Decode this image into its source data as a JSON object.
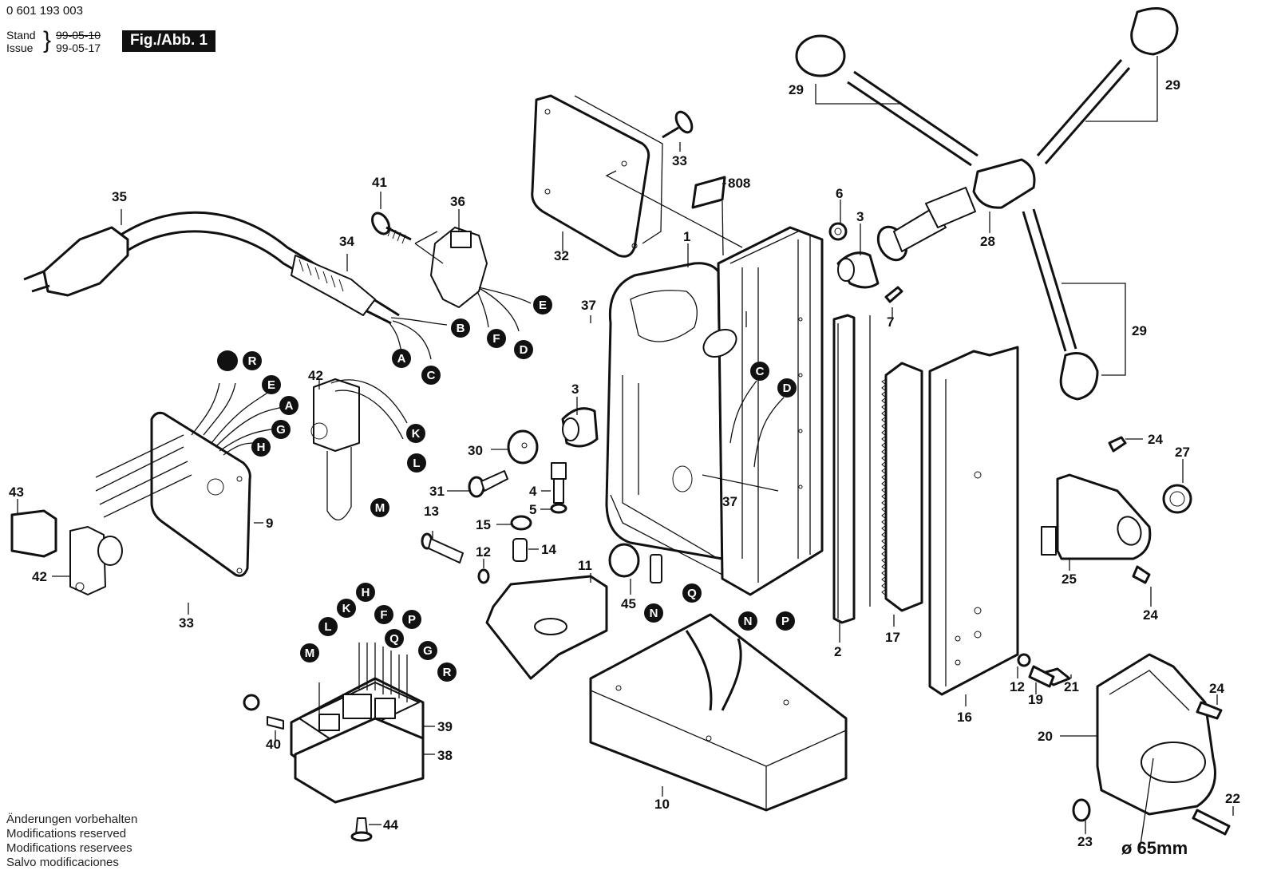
{
  "header": {
    "document_number": "0 601 193 003",
    "stand_label": "Stand",
    "issue_label": "Issue",
    "stand_date_struck": "99-05-10",
    "issue_date": "99-05-17",
    "figure_badge": "Fig./Abb. 1"
  },
  "footer": {
    "disclaimer_lines": [
      "Änderungen vorbehalten",
      "Modifications reserved",
      "Modifications reservees",
      "Salvo modificaciones"
    ]
  },
  "diagram": {
    "dimension_label": "ø 65mm",
    "part_labels": {
      "p1": "1",
      "p2": "2",
      "p3a": "3",
      "p3b": "3",
      "p4": "4",
      "p5": "5",
      "p6": "6",
      "p7": "7",
      "p9": "9",
      "p10": "10",
      "p11": "11",
      "p12a": "12",
      "p12b": "12",
      "p13": "13",
      "p14": "14",
      "p15": "15",
      "p16": "16",
      "p17": "17",
      "p19": "19",
      "p20": "20",
      "p21": "21",
      "p22": "22",
      "p23": "23",
      "p24a": "24",
      "p24b": "24",
      "p24c": "24",
      "p25": "25",
      "p27": "27",
      "p28": "28",
      "p29a": "29",
      "p29b": "29",
      "p29c": "29",
      "p30": "30",
      "p31": "31",
      "p32": "32",
      "p33a": "33",
      "p33b": "33",
      "p34": "34",
      "p35": "35",
      "p36": "36",
      "p37a": "37",
      "p37b": "37",
      "p38": "38",
      "p39": "39",
      "p40": "40",
      "p41": "41",
      "p42a": "42",
      "p42b": "42",
      "p43": "43",
      "p44": "44",
      "p45": "45",
      "p808": "808"
    },
    "wire_markers": {
      "cord_A": "A",
      "cord_B": "B",
      "cord_C": "C",
      "socket_D": "D",
      "socket_E": "E",
      "socket_F": "F",
      "plate_blank": "",
      "plate_R": "R",
      "plate_E": "E",
      "plate_A": "A",
      "plate_G": "G",
      "plate_H": "H",
      "switch_K": "K",
      "switch_L": "L",
      "switch_M": "M",
      "body_C": "C",
      "body_D": "D",
      "base_N1": "N",
      "base_Q": "Q",
      "base_N2": "N",
      "base_P": "P",
      "pcb_M": "M",
      "pcb_L": "L",
      "pcb_K": "K",
      "pcb_H": "H",
      "pcb_F": "F",
      "pcb_P": "P",
      "pcb_Q": "Q",
      "pcb_G": "G",
      "pcb_R": "R"
    }
  }
}
